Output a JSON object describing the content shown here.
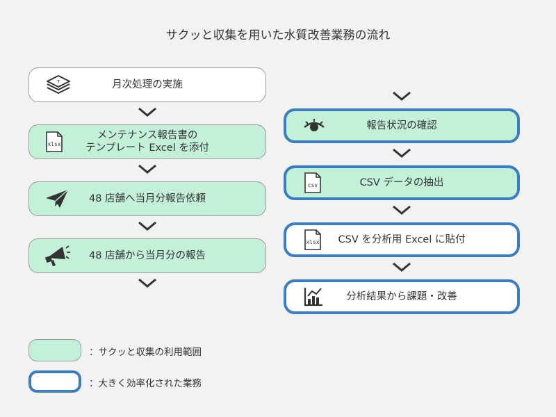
{
  "title": "サクッと収集を用いた水質改善業務の流れ",
  "left_flow": [
    {
      "label": "月次処理の実施",
      "icon": "calendar-icon"
    },
    {
      "label_line1": "メンテナンス報告書の",
      "label_line2": "テンプレート Excel を添付",
      "icon": "xlsx-file-icon",
      "icon_text": "xlsx"
    },
    {
      "label": "48 店舗へ当月分報告依頼",
      "icon": "paper-plane-icon"
    },
    {
      "label": "48 店舗から当月分の報告",
      "icon": "megaphone-icon"
    }
  ],
  "right_flow": [
    {
      "label": "報告状況の確認",
      "icon": "eye-icon"
    },
    {
      "label": "CSV データの抽出",
      "icon": "csv-file-icon",
      "icon_text": "csv"
    },
    {
      "label": "CSV を分析用 Excel に貼付",
      "icon": "xlsx-file-icon",
      "icon_text": "xlsx"
    },
    {
      "label": "分析結果から課題・改善",
      "icon": "analytics-chart-icon"
    }
  ],
  "legend": {
    "green_label": "：サクッと収集の利用範囲",
    "blue_label": "：大きく効率化された業務"
  },
  "colors": {
    "green_fill": "#c3f0d9",
    "blue_border": "#3b7ec0",
    "background": "#f2f2f2"
  }
}
